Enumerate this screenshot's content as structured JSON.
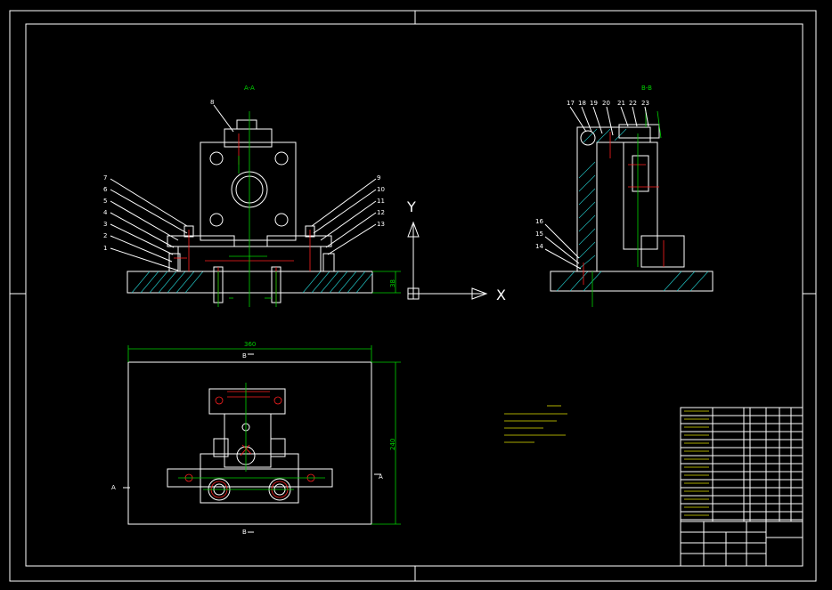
{
  "sections": {
    "aa": "A-A",
    "bb": "B-B"
  },
  "dims": {
    "width": "360",
    "height": "240",
    "thickness": "38"
  },
  "axes": {
    "y": "Y",
    "x": "X"
  },
  "callouts_left": [
    "7",
    "6",
    "5",
    "4",
    "3",
    "2",
    "1"
  ],
  "callouts_right": [
    "9",
    "10",
    "11",
    "12",
    "13"
  ],
  "callout_top": "8",
  "callouts_bb_top": [
    "17",
    "18",
    "19",
    "20",
    "21",
    "22",
    "23"
  ],
  "callouts_bb_left": [
    "16",
    "15",
    "14"
  ],
  "plan_markers": {
    "a_left": "A",
    "a_right": "A",
    "b_top": "B",
    "b_bottom": "B"
  },
  "colors": {
    "line": "#ffffff",
    "dimension": "#00d200",
    "hidden": "#ff2020",
    "hatch": "#20c0c0",
    "highlight": "#e0e000"
  }
}
